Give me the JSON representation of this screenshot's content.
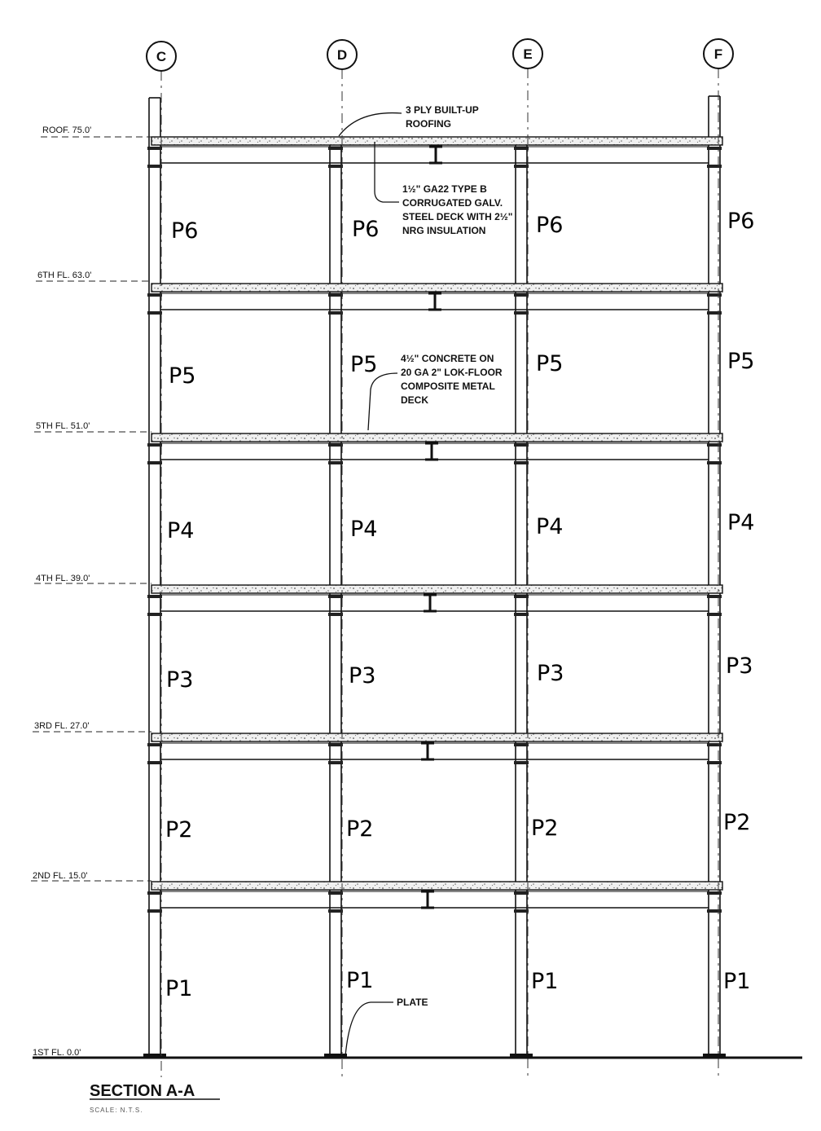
{
  "grid_lines": [
    "C",
    "D",
    "E",
    "F"
  ],
  "levels": [
    {
      "label": "ROOF. 75.0'"
    },
    {
      "label": "6TH FL. 63.0'"
    },
    {
      "label": "5TH FL. 51.0'"
    },
    {
      "label": "4TH FL. 39.0'"
    },
    {
      "label": "3RD FL. 27.0'"
    },
    {
      "label": "2ND FL. 15.0'"
    },
    {
      "label": "1ST FL. 0.0'"
    }
  ],
  "piece_labels": [
    "P6",
    "P5",
    "P4",
    "P3",
    "P2",
    "P1"
  ],
  "notes": {
    "roofing": [
      "3 PLY BUILT-UP",
      "ROOFING"
    ],
    "roof_deck": [
      "1½\" GA22 TYPE B",
      "CORRUGATED GALV.",
      "STEEL DECK WITH 2½\"",
      "NRG INSULATION"
    ],
    "floor_deck": [
      "4½\" CONCRETE ON",
      "20 GA 2\" LOK-FLOOR",
      "COMPOSITE METAL",
      "DECK"
    ],
    "plate": "PLATE"
  },
  "title": "SECTION A-A",
  "scale": "SCALE: N.T.S."
}
